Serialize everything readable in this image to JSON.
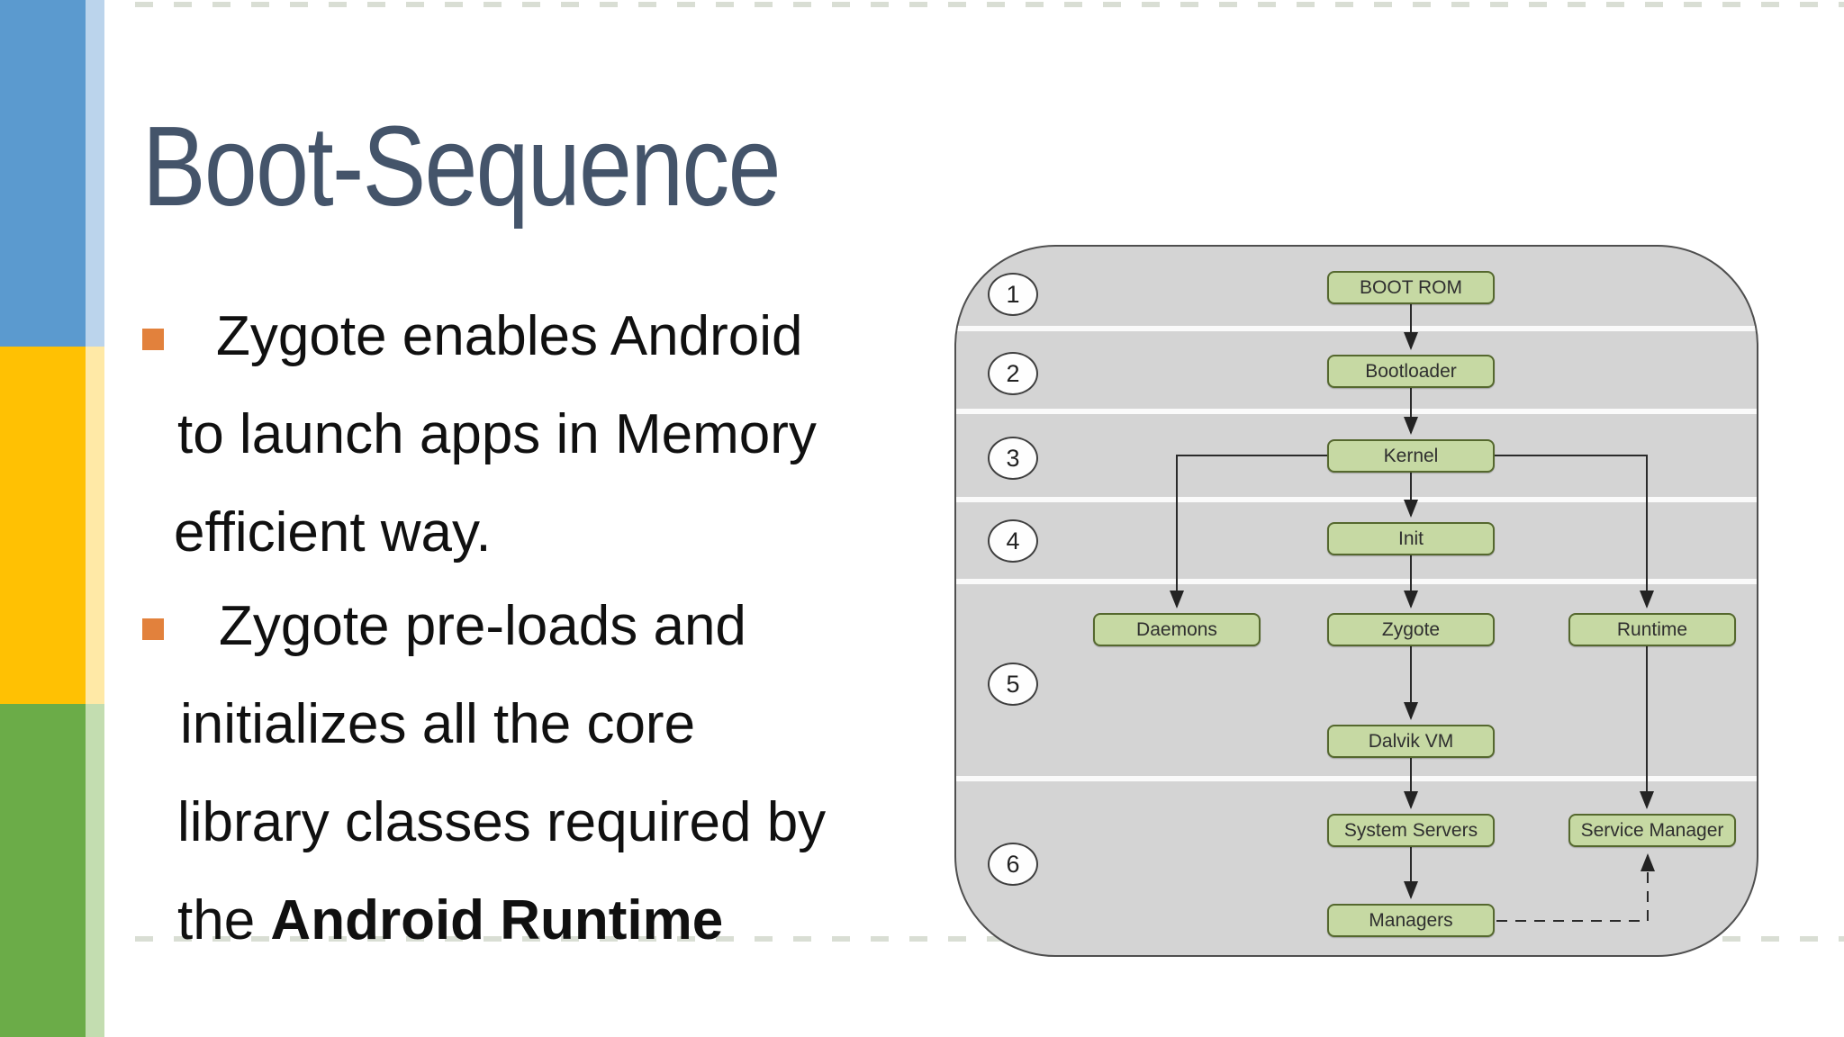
{
  "slide": {
    "title": "Boot-Sequence",
    "lines": [
      {
        "t": "Zygote enables Android"
      },
      {
        "t": "to launch apps in Memory"
      },
      {
        "t": "efficient way."
      },
      {
        "t": "Zygote pre-loads and"
      },
      {
        "t": "initializes all the core"
      },
      {
        "t": "library classes required by"
      },
      {
        "t": "the ",
        "bold": "Android Runtime"
      }
    ]
  },
  "diagram": {
    "steps": [
      "1",
      "2",
      "3",
      "4",
      "5",
      "6"
    ],
    "nodes": {
      "boot_rom": "BOOT ROM",
      "bootloader": "Bootloader",
      "kernel": "Kernel",
      "init": "Init",
      "daemons": "Daemons",
      "zygote": "Zygote",
      "runtime": "Runtime",
      "dalvik_vm": "Dalvik VM",
      "system_servers": "System Servers",
      "service_manager": "Service Manager",
      "managers": "Managers"
    }
  },
  "colors": {
    "accent_blue": "#5B9ACF",
    "accent_yellow": "#FFC103",
    "accent_green": "#6BAC48",
    "title": "#44546A",
    "bullet_orange": "#E2813C",
    "diagram_background": "#D4D4D4",
    "node_fill": "#C6D9A3",
    "node_border": "#55682E"
  }
}
